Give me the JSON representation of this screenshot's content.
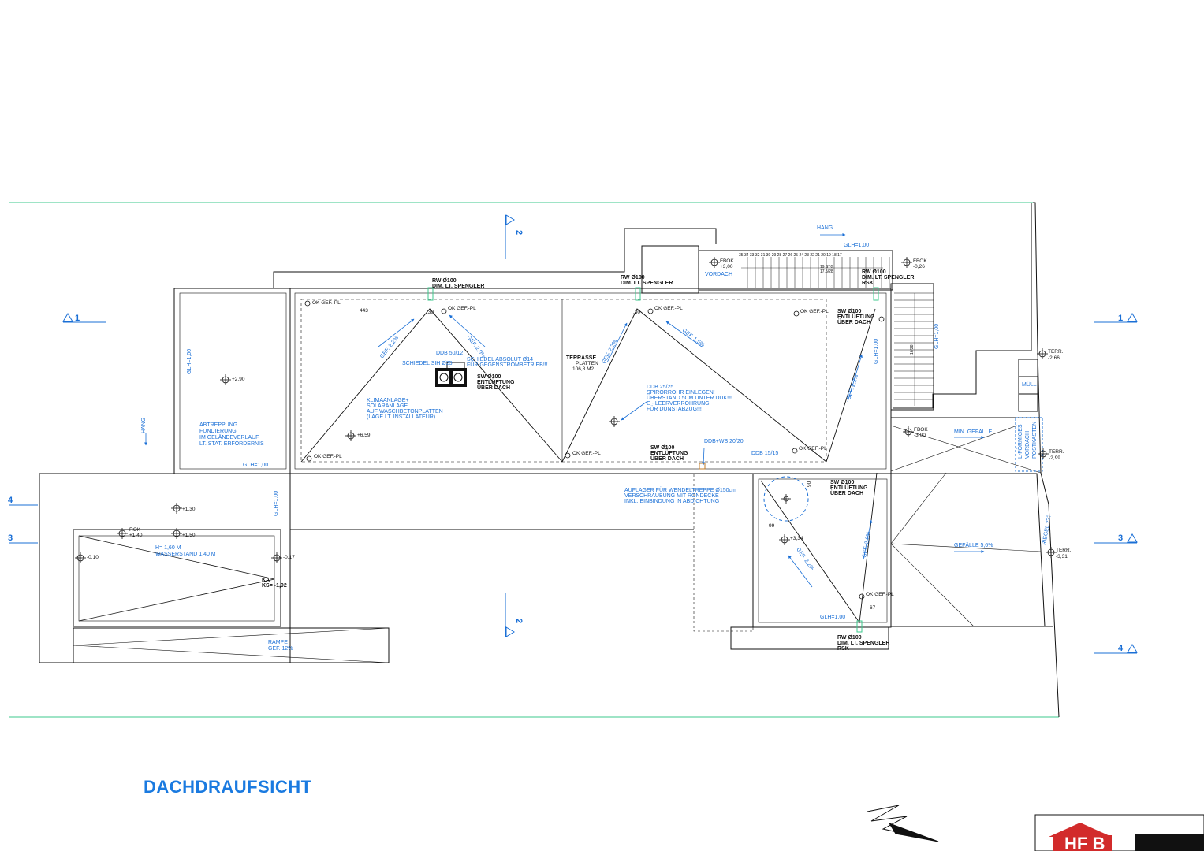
{
  "title": "DACHDRAUFSICHT",
  "colors": {
    "blue": "#1a6fd6",
    "green": "#3cc88c",
    "line": "#111111",
    "logo_red": "#d22b2b"
  },
  "sections": {
    "s1": "1",
    "s2": "2",
    "s3": "3",
    "s4": "4"
  },
  "labels": {
    "hang_top": "HANG",
    "hang_left": "HANG",
    "glh_top": "GLH=1,00",
    "glh_left_room": "GLH=1,00",
    "glh_bottom_left": "GLH=1,00",
    "glh_vertical_mid": "GLH=1,00",
    "glh_right_stair": "GLH=1,00",
    "glh_right_mid": "GLH=1,00",
    "glh_bottom_right": "GLH=1,00",
    "vordach": "VORDACH",
    "fbok_top_a": "FBOK",
    "fbok_top_a_val": "+3,00",
    "fbok_top_b": "FBOK",
    "fbok_top_b_val": "-0,26",
    "stair_numbers": "35 34 33 32 31 30 29 28 27 26 25 24 23 22 21 20 19 18 17",
    "stair_text_a": "19 STG",
    "stair_text_b": "17,5/28",
    "stair_vert": "16/28",
    "rw_a_1": "RW Ø100",
    "rw_a_2": "DIM. LT. SPENGLER",
    "rw_b_1": "RW Ø100",
    "rw_b_2": "DIM. LT. SPENGLER",
    "rw_c_1": "RW Ø100",
    "rw_c_2": "DIM. LT. SPENGLER",
    "rw_c_3": "RSK",
    "rw_d_1": "RW Ø100",
    "rw_d_2": "DIM. LT. SPENGLER",
    "rw_d_3": "RSK",
    "dim_443": "443",
    "gef_a": "GEF. 2,2%",
    "gef_b": "GEF. 2,0%",
    "gef_c": "GEF. 2,2%",
    "gef_d": "GEF. 1,5%",
    "gef_e": "GEF. 2,2%",
    "gef_f": "GEF. 2,2%",
    "gef_g": "GEF. 2,6%",
    "ddb_5012": "DDB 50/12",
    "schiedel_sih": "SCHIEDEL SIH Ø25",
    "schiedel_abs_1": "SCHIEDEL ABSOLUT Ø14",
    "schiedel_abs_2": "FÜR GEGENSTROMBETRIEB!!!",
    "sw_a_1": "SW Ø100",
    "sw_a_2": "ENTLÜFTUNG",
    "sw_a_3": "ÜBER DACH",
    "klima_1": "KLIMAANLAGE+",
    "klima_2": "SOLARANLAGE",
    "klima_3": "AUF WASCHBETONPLATTEN",
    "klima_4": "(LAGE LT. INSTALLATEUR)",
    "terrasse_1": "TERRASSE",
    "terrasse_2": "PLATTEN",
    "terrasse_3": "106,8 M2",
    "ddb_2525_1": "DDB 25/25",
    "ddb_2525_2": "SPIRORROHR EINLEGEN!",
    "ddb_2525_3": "ÜBERSTAND 5CM UNTER DUK!!!",
    "ddb_2525_4": "E - LEERVERROHRUNG",
    "ddb_2525_5": "FÜR DUNSTABZUG!!!",
    "sw_b_1": "SW Ø100",
    "sw_b_2": "ENTLÜFTUNG",
    "sw_b_3": "ÜBER DACH",
    "sw_c_1": "SW Ø100",
    "sw_c_2": "ENTLÜFTUNG",
    "sw_c_3": "ÜBER DACH",
    "sw_d_1": "SW Ø100",
    "sw_d_2": "ENTLÜFTUNG",
    "sw_d_3": "ÜBER DACH",
    "ddb_ws": "DDB+WS 20/20",
    "ddb_1515": "DDB 15/15",
    "auflager_1": "AUFLAGER FÜR WENDELTREPPE Ø150cm",
    "auflager_2": "VERSCHRAUBUNG MIT RONDECKE",
    "auflager_3": "INKL. EINBINDUNG IN ABDICHTUNG",
    "abtreppung_1": "ABTREPPUNG",
    "abtreppung_2": "FUNDIERUNG",
    "abtreppung_3": "IM GELÄNDEVERLAUF",
    "abtreppung_4": "LT. STAT. ERFORDERNIS",
    "level_290": "+2,90",
    "level_659": "+6,59",
    "level_130": "+1,30",
    "level_150": "+1,50",
    "level_010": "-0,10",
    "level_017": "-0,17",
    "level_334": "+3,34",
    "level_140": "+1,40",
    "rok": "ROK",
    "pool_1": "H= 1,60 M",
    "pool_2": "WASSERSTAND 1,40 M",
    "ka": "KA",
    "ks": "KS= -1,92",
    "rampe_1": "RAMPE",
    "rampe_2": "GEF. 12%",
    "terr_a_1": "TERR.",
    "terr_a_2": "-2,66",
    "terr_b_1": "TERR.",
    "terr_b_2": "-2,99",
    "terr_c_1": "TERR.",
    "terr_c_2": "-3,31",
    "fbok_mid": "FBOK",
    "fbok_mid_val": "-3,00",
    "muell": "MÜLL",
    "min_gefaelle": "MIN. GEFÄLLE",
    "gefaelle_56": "GEFÄLLE 5,6%",
    "vordach_post_1": "L-FÖRMIGES",
    "vordach_post_2": "VORDACH",
    "vordach_post_3": "POSTKASTEN",
    "riegel": "RIEGEL ???",
    "dim_90": "90",
    "dim_99": "99",
    "dim_67": "67",
    "dim_30a": ",30",
    "dim_30b": ",30",
    "small_gef_pl": "OK GEF.-PL"
  },
  "logo": {
    "text": "HF B"
  }
}
